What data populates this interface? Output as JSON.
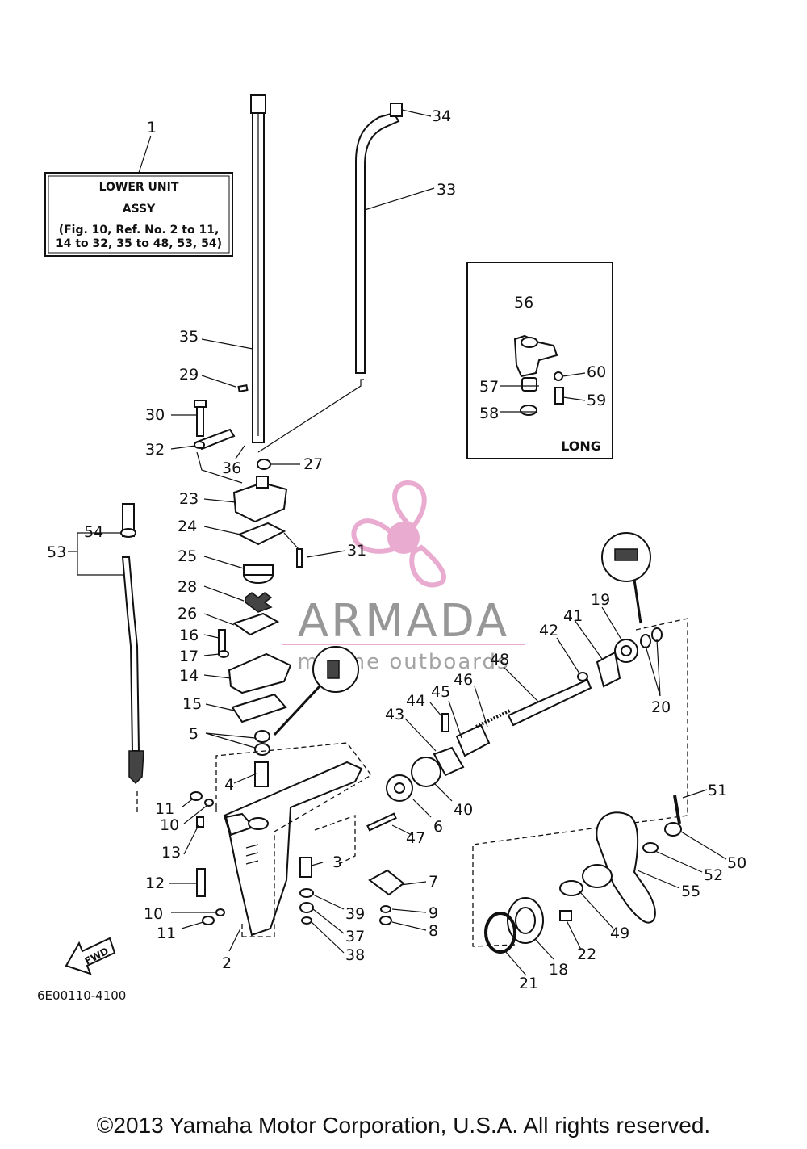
{
  "callout_box": {
    "ref": "1",
    "title_line1": "LOWER UNIT",
    "title_line2": "ASSY",
    "note_line1": "(Fig. 10, Ref. No. 2 to 11,",
    "note_line2": "14 to 32, 35 to 48, 53, 54)"
  },
  "inset": {
    "label": "LONG"
  },
  "fwd_label": "FWD",
  "diagram_code": "6E00110-4100",
  "watermark": {
    "brand": "ARMADA",
    "tagline": "marine outboards",
    "color": "#e7a3cb"
  },
  "copyright": "©2013 Yamaha Motor Corporation, U.S.A. All rights reserved.",
  "part_numbers": {
    "n2": "2",
    "n3": "3",
    "n4": "4",
    "n5": "5",
    "n6": "6",
    "n7": "7",
    "n8": "8",
    "n9": "9",
    "n10a": "10",
    "n10b": "10",
    "n11a": "11",
    "n11b": "11",
    "n12": "12",
    "n13": "13",
    "n14": "14",
    "n15": "15",
    "n16": "16",
    "n17": "17",
    "n18": "18",
    "n19": "19",
    "n20": "20",
    "n21": "21",
    "n22": "22",
    "n23": "23",
    "n24": "24",
    "n25": "25",
    "n26": "26",
    "n27": "27",
    "n28": "28",
    "n29": "29",
    "n30": "30",
    "n31": "31",
    "n32": "32",
    "n33": "33",
    "n34": "34",
    "n35": "35",
    "n36": "36",
    "n37": "37",
    "n38": "38",
    "n39": "39",
    "n40": "40",
    "n41": "41",
    "n42": "42",
    "n43": "43",
    "n44": "44",
    "n45": "45",
    "n46": "46",
    "n47": "47",
    "n48": "48",
    "n49": "49",
    "n50": "50",
    "n51": "51",
    "n52": "52",
    "n53": "53",
    "n54": "54",
    "n55": "55",
    "n56": "56",
    "n57": "57",
    "n58": "58",
    "n59": "59",
    "n60": "60"
  }
}
